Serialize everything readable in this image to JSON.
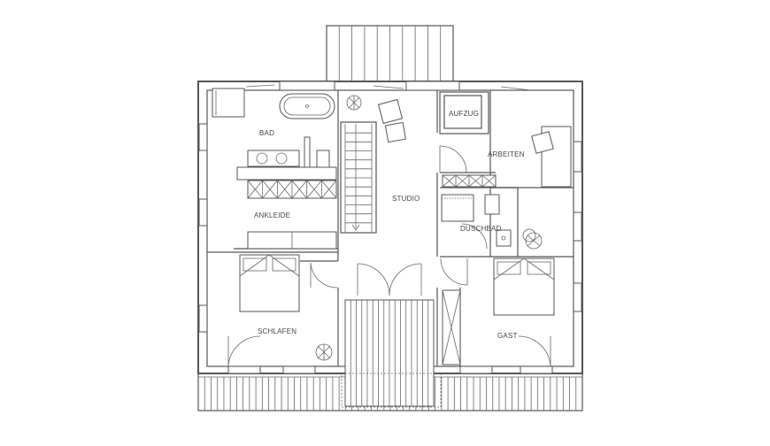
{
  "rooms": {
    "bad": "BAD",
    "ankleide": "ANKLEIDE",
    "studio": "STUDIO",
    "aufzug": "AUFZUG",
    "arbeiten": "ARBEITEN",
    "duschbad": "DUSCHBAD",
    "schlafen": "SCHLAFEN",
    "gast": "GAST"
  },
  "stairs": {
    "steps": 12
  },
  "balcony_top": {
    "boards": 10
  },
  "balcony_bottom": {
    "boards": 16
  },
  "terrace": {
    "boards": 60
  }
}
